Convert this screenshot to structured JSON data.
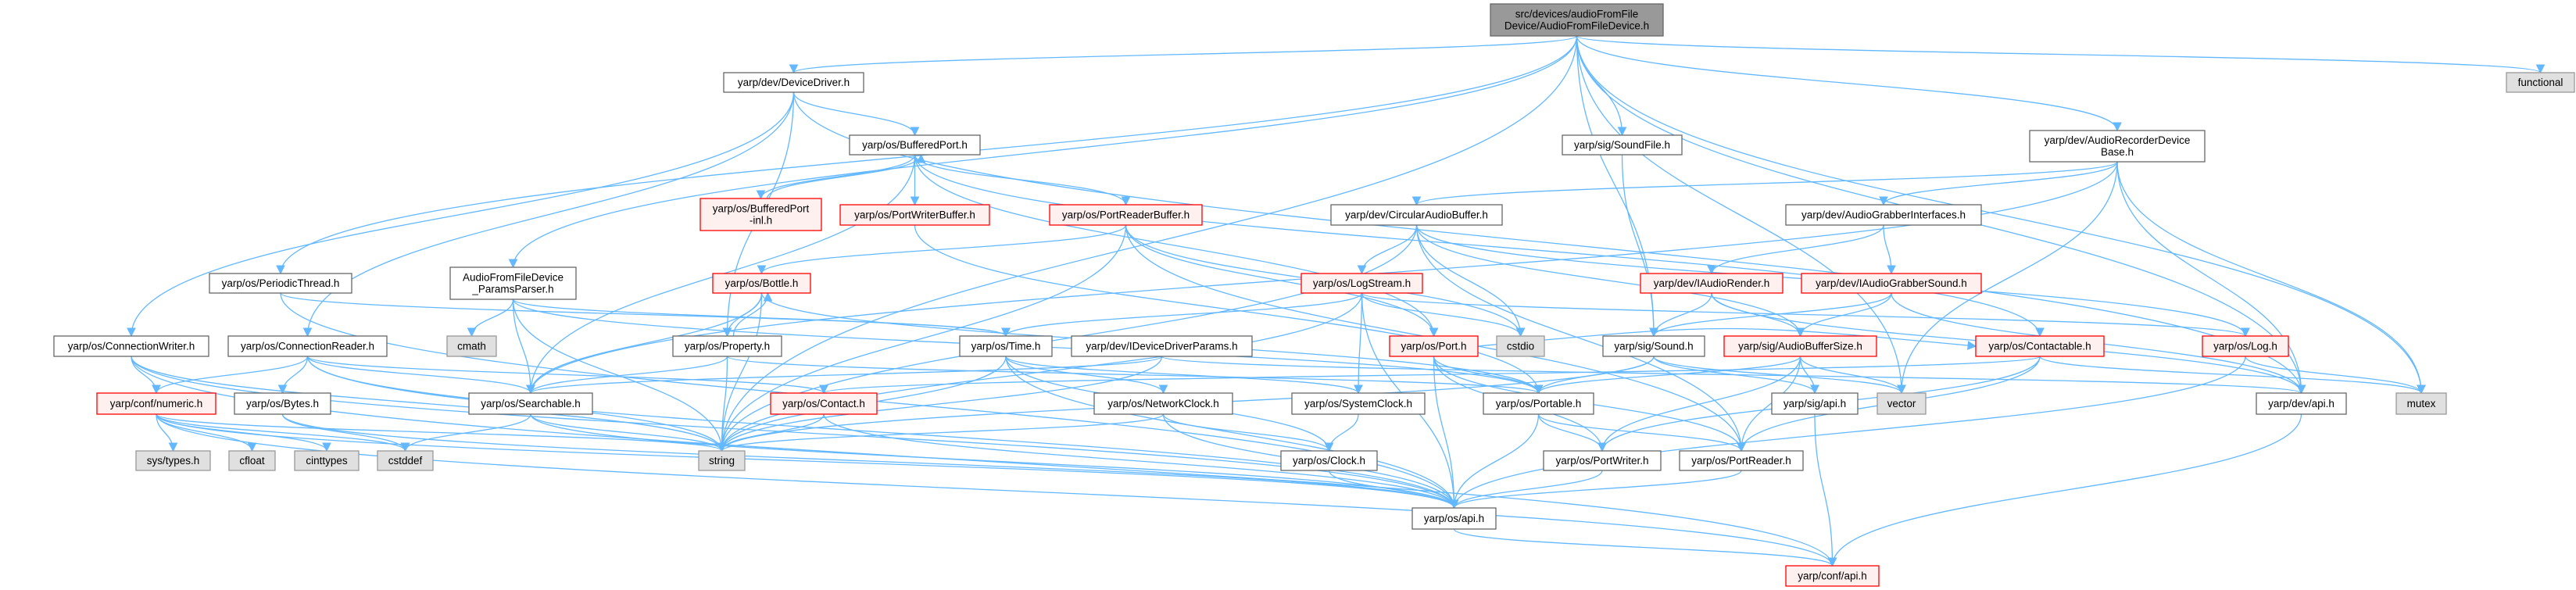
{
  "colors": {
    "edge": "#63b8ff",
    "red_border": "#ff0000",
    "red_fill": "#fff0f0",
    "gray_fill": "#e0e0e0",
    "root_fill": "#999999"
  },
  "nodes": {
    "src": {
      "lines": [
        "src/devices/audioFromFile",
        "Device/AudioFromFileDevice.h"
      ],
      "kind": "root"
    },
    "devdriver": {
      "lines": [
        "yarp/dev/DeviceDriver.h"
      ],
      "kind": "normal"
    },
    "functional": {
      "lines": [
        "functional"
      ],
      "kind": "gray"
    },
    "bufport": {
      "lines": [
        "yarp/os/BufferedPort.h"
      ],
      "kind": "normal"
    },
    "soundfile": {
      "lines": [
        "yarp/sig/SoundFile.h"
      ],
      "kind": "normal"
    },
    "recorder": {
      "lines": [
        "yarp/dev/AudioRecorderDevice",
        "Base.h"
      ],
      "kind": "normal"
    },
    "bufportinl": {
      "lines": [
        "yarp/os/BufferedPort",
        "-inl.h"
      ],
      "kind": "red"
    },
    "pwbuf": {
      "lines": [
        "yarp/os/PortWriterBuffer.h"
      ],
      "kind": "red"
    },
    "prbuf": {
      "lines": [
        "yarp/os/PortReaderBuffer.h"
      ],
      "kind": "red"
    },
    "circ": {
      "lines": [
        "yarp/dev/CircularAudioBuffer.h"
      ],
      "kind": "normal"
    },
    "grabint": {
      "lines": [
        "yarp/dev/AudioGrabberInterfaces.h"
      ],
      "kind": "normal"
    },
    "periodic": {
      "lines": [
        "yarp/os/PeriodicThread.h"
      ],
      "kind": "normal"
    },
    "params": {
      "lines": [
        "AudioFromFileDevice",
        "_ParamsParser.h"
      ],
      "kind": "normal"
    },
    "bottle": {
      "lines": [
        "yarp/os/Bottle.h"
      ],
      "kind": "red"
    },
    "logstream": {
      "lines": [
        "yarp/os/LogStream.h"
      ],
      "kind": "red"
    },
    "iaudiorender": {
      "lines": [
        "yarp/dev/IAudioRender.h"
      ],
      "kind": "red"
    },
    "igrabsound": {
      "lines": [
        "yarp/dev/IAudioGrabberSound.h"
      ],
      "kind": "red"
    },
    "connwriter": {
      "lines": [
        "yarp/os/ConnectionWriter.h"
      ],
      "kind": "normal"
    },
    "connreader": {
      "lines": [
        "yarp/os/ConnectionReader.h"
      ],
      "kind": "normal"
    },
    "cmath": {
      "lines": [
        "cmath"
      ],
      "kind": "gray"
    },
    "property": {
      "lines": [
        "yarp/os/Property.h"
      ],
      "kind": "normal"
    },
    "time": {
      "lines": [
        "yarp/os/Time.h"
      ],
      "kind": "normal"
    },
    "idevparams": {
      "lines": [
        "yarp/dev/IDeviceDriverParams.h"
      ],
      "kind": "normal"
    },
    "port": {
      "lines": [
        "yarp/os/Port.h"
      ],
      "kind": "red"
    },
    "cstdio": {
      "lines": [
        "cstdio"
      ],
      "kind": "gray"
    },
    "sound": {
      "lines": [
        "yarp/sig/Sound.h"
      ],
      "kind": "normal"
    },
    "audiobufsize": {
      "lines": [
        "yarp/sig/AudioBufferSize.h"
      ],
      "kind": "red"
    },
    "contactable": {
      "lines": [
        "yarp/os/Contactable.h"
      ],
      "kind": "red"
    },
    "log": {
      "lines": [
        "yarp/os/Log.h"
      ],
      "kind": "red"
    },
    "numeric": {
      "lines": [
        "yarp/conf/numeric.h"
      ],
      "kind": "red"
    },
    "bytes": {
      "lines": [
        "yarp/os/Bytes.h"
      ],
      "kind": "normal"
    },
    "searchable": {
      "lines": [
        "yarp/os/Searchable.h"
      ],
      "kind": "normal"
    },
    "contact": {
      "lines": [
        "yarp/os/Contact.h"
      ],
      "kind": "red"
    },
    "netclock": {
      "lines": [
        "yarp/os/NetworkClock.h"
      ],
      "kind": "normal"
    },
    "sysclock": {
      "lines": [
        "yarp/os/SystemClock.h"
      ],
      "kind": "normal"
    },
    "portable": {
      "lines": [
        "yarp/os/Portable.h"
      ],
      "kind": "normal"
    },
    "sigapi": {
      "lines": [
        "yarp/sig/api.h"
      ],
      "kind": "normal"
    },
    "vector": {
      "lines": [
        "vector"
      ],
      "kind": "gray"
    },
    "devapi": {
      "lines": [
        "yarp/dev/api.h"
      ],
      "kind": "normal"
    },
    "mutex": {
      "lines": [
        "mutex"
      ],
      "kind": "gray"
    },
    "systypes": {
      "lines": [
        "sys/types.h"
      ],
      "kind": "gray"
    },
    "cfloat": {
      "lines": [
        "cfloat"
      ],
      "kind": "gray"
    },
    "cinttypes": {
      "lines": [
        "cinttypes"
      ],
      "kind": "gray"
    },
    "cstddef": {
      "lines": [
        "cstddef"
      ],
      "kind": "gray"
    },
    "string": {
      "lines": [
        "string"
      ],
      "kind": "gray"
    },
    "clock": {
      "lines": [
        "yarp/os/Clock.h"
      ],
      "kind": "normal"
    },
    "portwriter": {
      "lines": [
        "yarp/os/PortWriter.h"
      ],
      "kind": "normal"
    },
    "portreader": {
      "lines": [
        "yarp/os/PortReader.h"
      ],
      "kind": "normal"
    },
    "osapi": {
      "lines": [
        "yarp/os/api.h"
      ],
      "kind": "normal"
    },
    "confapi": {
      "lines": [
        "yarp/conf/api.h"
      ],
      "kind": "red"
    }
  },
  "edges": [
    [
      "src",
      "devdriver"
    ],
    [
      "src",
      "soundfile"
    ],
    [
      "src",
      "recorder"
    ],
    [
      "src",
      "functional"
    ],
    [
      "src",
      "mutex"
    ],
    [
      "src",
      "vector"
    ],
    [
      "src",
      "sound"
    ],
    [
      "src",
      "periodic"
    ],
    [
      "src",
      "params"
    ],
    [
      "src",
      "string"
    ],
    [
      "src",
      "devapi"
    ],
    [
      "devdriver",
      "bufport"
    ],
    [
      "devdriver",
      "connwriter"
    ],
    [
      "devdriver",
      "connreader"
    ],
    [
      "devdriver",
      "property"
    ],
    [
      "devdriver",
      "devapi"
    ],
    [
      "bufport",
      "bufportinl"
    ],
    [
      "bufport",
      "pwbuf"
    ],
    [
      "bufport",
      "prbuf"
    ],
    [
      "bufport",
      "port"
    ],
    [
      "bufport",
      "contactable"
    ],
    [
      "bufport",
      "searchable"
    ],
    [
      "bufportinl",
      "bufport"
    ],
    [
      "pwbuf",
      "portable"
    ],
    [
      "prbuf",
      "bottle"
    ],
    [
      "prbuf",
      "string"
    ],
    [
      "prbuf",
      "cstdio"
    ],
    [
      "prbuf",
      "portreader"
    ],
    [
      "prbuf",
      "port"
    ],
    [
      "circ",
      "logstream"
    ],
    [
      "circ",
      "cstdio"
    ],
    [
      "circ",
      "audiobufsize"
    ],
    [
      "circ",
      "log"
    ],
    [
      "circ",
      "string"
    ],
    [
      "circ",
      "portreader"
    ],
    [
      "logstream",
      "time"
    ],
    [
      "logstream",
      "sysclock"
    ],
    [
      "logstream",
      "cstdio"
    ],
    [
      "logstream",
      "string"
    ],
    [
      "logstream",
      "log"
    ],
    [
      "logstream",
      "osapi"
    ],
    [
      "bottle",
      "property"
    ],
    [
      "bottle",
      "searchable"
    ],
    [
      "bottle",
      "string"
    ],
    [
      "bottle",
      "portable"
    ],
    [
      "property",
      "bottle"
    ],
    [
      "property",
      "searchable"
    ],
    [
      "property",
      "string"
    ],
    [
      "property",
      "portable"
    ],
    [
      "params",
      "cmath"
    ],
    [
      "params",
      "searchable"
    ],
    [
      "params",
      "string"
    ],
    [
      "params",
      "time"
    ],
    [
      "params",
      "portable"
    ],
    [
      "periodic",
      "osapi"
    ],
    [
      "periodic",
      "time"
    ],
    [
      "connwriter",
      "numeric"
    ],
    [
      "connwriter",
      "string"
    ],
    [
      "connwriter",
      "osapi"
    ],
    [
      "connwriter",
      "confapi"
    ],
    [
      "connreader",
      "numeric"
    ],
    [
      "connreader",
      "bytes"
    ],
    [
      "connreader",
      "searchable"
    ],
    [
      "connreader",
      "string"
    ],
    [
      "connreader",
      "contact"
    ],
    [
      "connreader",
      "osapi"
    ],
    [
      "numeric",
      "systypes"
    ],
    [
      "numeric",
      "cfloat"
    ],
    [
      "numeric",
      "cinttypes"
    ],
    [
      "numeric",
      "cstddef"
    ],
    [
      "numeric",
      "string"
    ],
    [
      "numeric",
      "confapi"
    ],
    [
      "numeric",
      "osapi"
    ],
    [
      "bytes",
      "cstddef"
    ],
    [
      "bytes",
      "osapi"
    ],
    [
      "searchable",
      "cstddef"
    ],
    [
      "searchable",
      "string"
    ],
    [
      "searchable",
      "osapi"
    ],
    [
      "contact",
      "string"
    ],
    [
      "contact",
      "osapi"
    ],
    [
      "time",
      "string"
    ],
    [
      "time",
      "netclock"
    ],
    [
      "time",
      "sysclock"
    ],
    [
      "time",
      "clock"
    ],
    [
      "time",
      "osapi"
    ],
    [
      "idevparams",
      "string"
    ],
    [
      "idevparams",
      "searchable"
    ],
    [
      "idevparams",
      "devapi"
    ],
    [
      "port",
      "portable"
    ],
    [
      "port",
      "portwriter"
    ],
    [
      "port",
      "portreader"
    ],
    [
      "port",
      "osapi"
    ],
    [
      "port",
      "contactable"
    ],
    [
      "sound",
      "portable"
    ],
    [
      "sound",
      "sigapi"
    ],
    [
      "sound",
      "vector"
    ],
    [
      "sound",
      "string"
    ],
    [
      "netclock",
      "clock"
    ],
    [
      "netclock",
      "osapi"
    ],
    [
      "netclock",
      "string"
    ],
    [
      "sysclock",
      "clock"
    ],
    [
      "clock",
      "osapi"
    ],
    [
      "portable",
      "portwriter"
    ],
    [
      "portable",
      "portreader"
    ],
    [
      "portable",
      "osapi"
    ],
    [
      "portwriter",
      "osapi"
    ],
    [
      "portreader",
      "osapi"
    ],
    [
      "osapi",
      "confapi"
    ],
    [
      "recorder",
      "grabint"
    ],
    [
      "recorder",
      "circ"
    ],
    [
      "recorder",
      "vector"
    ],
    [
      "recorder",
      "devapi"
    ],
    [
      "recorder",
      "mutex"
    ],
    [
      "recorder",
      "searchable"
    ],
    [
      "grabint",
      "iaudiorender"
    ],
    [
      "grabint",
      "igrabsound"
    ],
    [
      "iaudiorender",
      "audiobufsize"
    ],
    [
      "iaudiorender",
      "sound"
    ],
    [
      "iaudiorender",
      "devapi"
    ],
    [
      "igrabsound",
      "audiobufsize"
    ],
    [
      "igrabsound",
      "sound"
    ],
    [
      "igrabsound",
      "devapi"
    ],
    [
      "audiobufsize",
      "sigapi"
    ],
    [
      "audiobufsize",
      "portable"
    ],
    [
      "audiobufsize",
      "portwriter"
    ],
    [
      "audiobufsize",
      "portreader"
    ],
    [
      "audiobufsize",
      "vector"
    ],
    [
      "contactable",
      "contact"
    ],
    [
      "contactable",
      "portwriter"
    ],
    [
      "contactable",
      "portreader"
    ],
    [
      "contactable",
      "mutex"
    ],
    [
      "log",
      "mutex"
    ],
    [
      "log",
      "osapi"
    ],
    [
      "devapi",
      "confapi"
    ],
    [
      "sigapi",
      "confapi"
    ],
    [
      "soundfile",
      "sound"
    ]
  ]
}
